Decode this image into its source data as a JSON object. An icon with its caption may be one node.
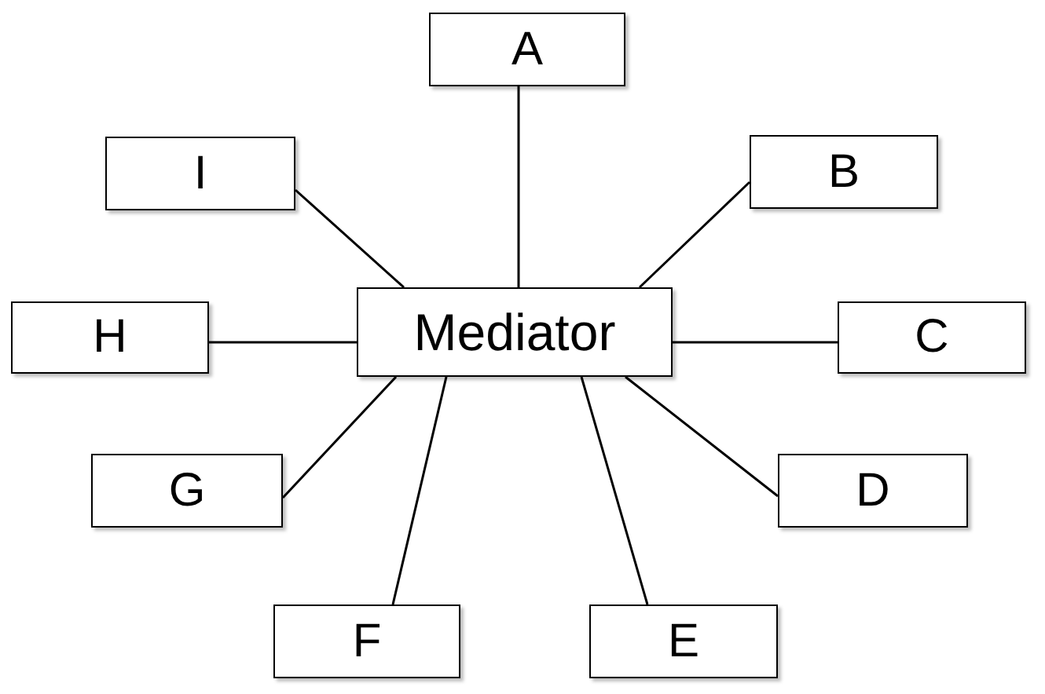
{
  "diagram": {
    "nodes": [
      {
        "text": [
          "Mediator"
        ]
      },
      {
        "text": [
          "A"
        ]
      },
      {
        "text": [
          "B"
        ]
      },
      {
        "text": [
          "C"
        ]
      },
      {
        "text": [
          "D"
        ]
      },
      {
        "text": [
          "E"
        ]
      },
      {
        "text": [
          "F"
        ]
      },
      {
        "text": [
          "G"
        ]
      },
      {
        "text": [
          "H"
        ]
      },
      {
        "text": [
          "I"
        ]
      }
    ],
    "edges": [
      {
        "from": 0,
        "to": 1,
        "arrow": "none"
      },
      {
        "from": 0,
        "to": 2,
        "arrow": "none"
      },
      {
        "from": 0,
        "to": 3,
        "arrow": "none"
      },
      {
        "from": 0,
        "to": 4,
        "arrow": "none"
      },
      {
        "from": 0,
        "to": 5,
        "arrow": "none"
      },
      {
        "from": 0,
        "to": 6,
        "arrow": "none"
      },
      {
        "from": 0,
        "to": 7,
        "arrow": "none"
      },
      {
        "from": 0,
        "to": 8,
        "arrow": "none"
      },
      {
        "from": 0,
        "to": 9,
        "arrow": "none"
      }
    ]
  }
}
